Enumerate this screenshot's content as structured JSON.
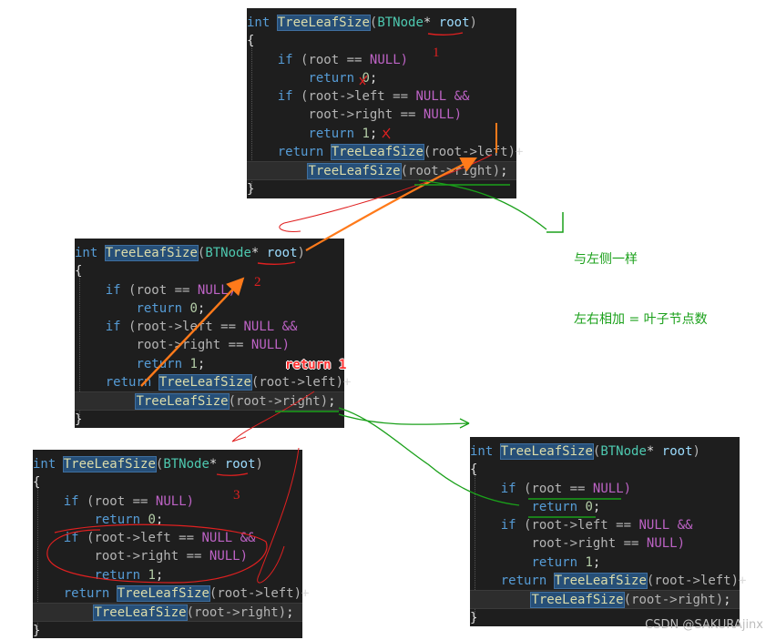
{
  "code": {
    "signature": {
      "type": "int",
      "func": "TreeLeafSize",
      "param_type": "BTNode",
      "star": "*",
      "param": "root"
    },
    "open_brace": "{",
    "close_brace": "}",
    "if1": {
      "kw": "if",
      "lhs": "(root",
      "op": "==",
      "rhs": "NULL)"
    },
    "ret0": {
      "kw": "return",
      "val": "0",
      "semi": ";"
    },
    "if2": {
      "kw": "if",
      "lhs": "(root->left",
      "op": "==",
      "rhs": "NULL &&"
    },
    "cond2": {
      "lhs": "root->right",
      "op": "==",
      "rhs": "NULL)"
    },
    "ret1": {
      "kw": "return",
      "val": "1",
      "semi": ";"
    },
    "recur_left": {
      "kw": "return",
      "func": "TreeLeafSize",
      "arg": "(root->left)",
      "op": "+"
    },
    "recur_right": {
      "func": "TreeLeafSize",
      "arg": "(root->right)",
      "semi": ";"
    }
  },
  "annotations": {
    "label_1": "1",
    "label_2": "2",
    "label_3": "3",
    "return_label": "return 1",
    "note_line1": "与左侧一样",
    "note_line2": "左右相加 = 叶子节点数"
  },
  "watermark": "CSDN @SAKURAjinx",
  "colors": {
    "panel_bg": "#1e1e1e",
    "keyword": "#569cd6",
    "type": "#4ec9b0",
    "number": "#b5cea8",
    "macro": "#bd63c5",
    "function_highlight": "#264f78",
    "annotation_red": "#e02020",
    "annotation_orange": "#ff7a1a",
    "annotation_green": "#1aa01a"
  }
}
